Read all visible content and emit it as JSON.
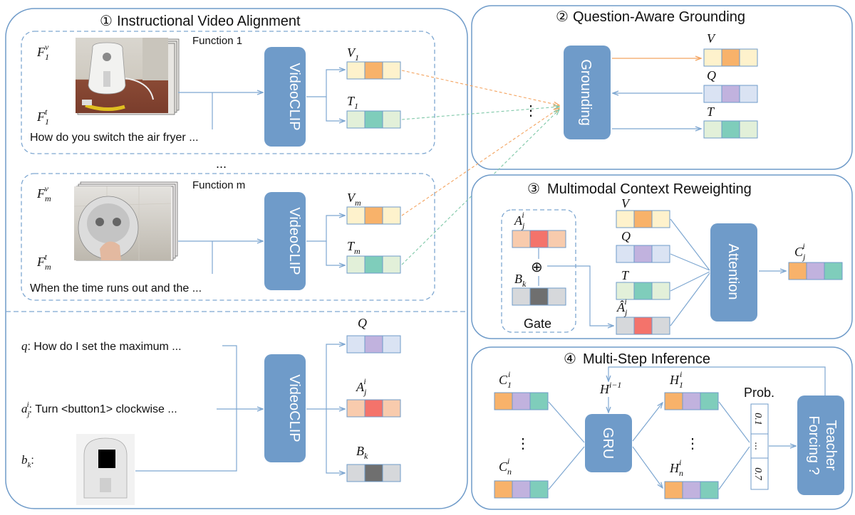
{
  "panels": {
    "p1": {
      "num": "①",
      "title": "Instructional Video Alignment"
    },
    "p2": {
      "num": "②",
      "title": "Question-Aware Grounding"
    },
    "p3": {
      "num": "③",
      "title": "Multimodal Context Reweighting"
    },
    "p4": {
      "num": "④",
      "title": "Multi-Step Inference"
    }
  },
  "alignment": {
    "function1": {
      "label": "Function 1",
      "fv": "F",
      "fv_sub": "1",
      "fv_sup": "v",
      "ft": "F",
      "ft_sub": "1",
      "ft_sup": "t",
      "text": "How do you switch the air fryer ...",
      "v_label": "V",
      "v_sub": "1",
      "t_label": "T",
      "t_sub": "1"
    },
    "ellipsis": "...",
    "functionm": {
      "label": "Function m",
      "fv": "F",
      "fv_sub": "m",
      "fv_sup": "v",
      "ft": "F",
      "ft_sub": "m",
      "ft_sup": "t",
      "text": "When the time runs out and the ...",
      "v_label": "V",
      "v_sub": "m",
      "t_label": "T",
      "t_sub": "m"
    },
    "encoder_label": "VideoCLIP"
  },
  "query": {
    "q_var": "q",
    "q_text": ": How do I set the maximum ...",
    "a_var": "a",
    "a_sub": "j",
    "a_sup": "i",
    "a_text": ": Turn <button1> clockwise ...",
    "b_var": "b",
    "b_sub": "k",
    "b_text": ":",
    "encoder_label": "VideoCLIP",
    "out_q": "Q",
    "out_a": "A",
    "out_a_sub": "j",
    "out_a_sup": "i",
    "out_b": "B",
    "out_b_sub": "k"
  },
  "grounding": {
    "module_label": "Grounding",
    "vdots": "⋮",
    "v": "V",
    "q": "Q",
    "t": "T"
  },
  "reweighting": {
    "a": "A",
    "a_sub": "j",
    "a_sup": "i",
    "b": "B",
    "b_sub": "k",
    "gate_label": "Gate",
    "plus": "⊕",
    "v": "V",
    "q": "Q",
    "t": "T",
    "ahat": "Â",
    "ahat_sub": "j",
    "ahat_sup": "i",
    "attention_label": "Attention",
    "c": "C",
    "c_sub": "j",
    "c_sup": "i"
  },
  "inference": {
    "c1": "C",
    "c1_sub": "1",
    "c1_sup": "i",
    "cn": "C",
    "cn_sub": "n",
    "cn_sup": "i",
    "h_prev": "H",
    "h_prev_sup": "i−1",
    "gru_label": "GRU",
    "h1": "H",
    "h1_sub": "1",
    "h1_sup": "i",
    "hn": "H",
    "hn_sub": "n",
    "hn_sup": "i",
    "vdots": "⋮",
    "prob_label": "Prob.",
    "prob_top": "0.1",
    "prob_mid": "...",
    "prob_bot": "0.7",
    "teacher_line1": "Teacher",
    "teacher_line2": "Forcing ?"
  },
  "colors": {
    "module_blue": "#6f9bc9",
    "line_blue": "#7ea7d1",
    "dash_orange": "#f4a460",
    "dash_green": "#7fc8a8",
    "v_light": "#fef2cc",
    "v_mid": "#f8b26a",
    "t_light": "#e2f0d9",
    "t_mid": "#7fcdbb",
    "q_light": "#dae3f3",
    "q_mid": "#c1b2de",
    "a_light": "#f8cbad",
    "a_mid": "#f4736b",
    "b_light": "#d6d8db",
    "b_mid": "#6f6f6f",
    "c_orange": "#f8b26a",
    "c_purple": "#c1b2de",
    "c_green": "#7fcdbb"
  }
}
